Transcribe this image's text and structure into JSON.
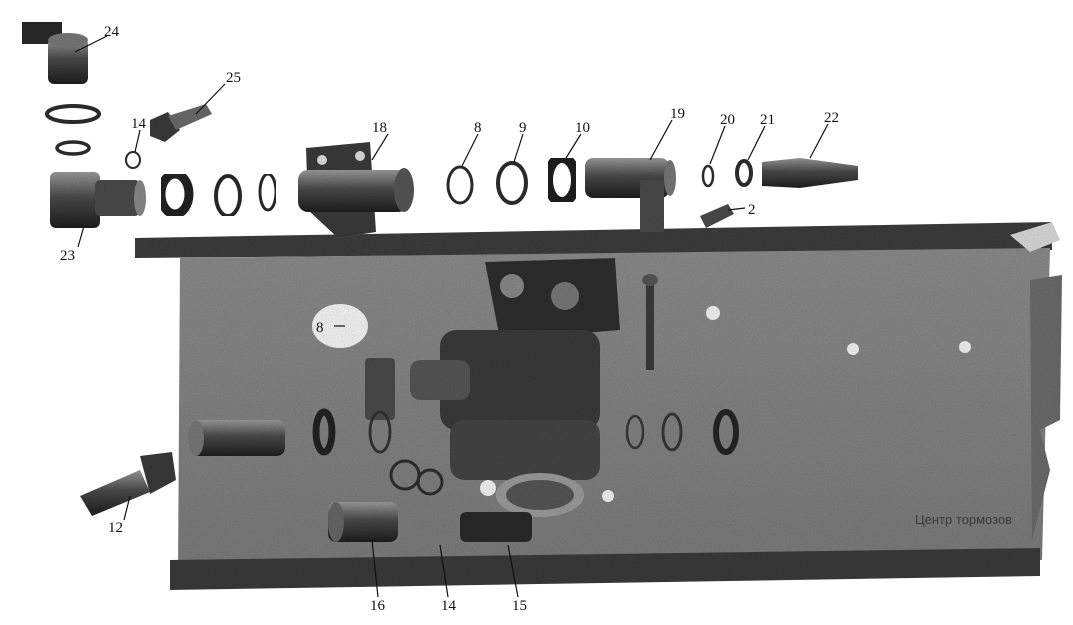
{
  "colors": {
    "background": "#ffffff",
    "frame": "#8e8e8e",
    "frame_dark": "#3c3c3c",
    "part": "#5a5a5a",
    "part_dark": "#2a2a2a",
    "part_light": "#a8a8a8",
    "ink": "#111111"
  },
  "callouts": [
    {
      "id": "c24",
      "label": "24"
    },
    {
      "id": "c25",
      "label": "25"
    },
    {
      "id": "c14a",
      "label": "14"
    },
    {
      "id": "c18",
      "label": "18"
    },
    {
      "id": "c8",
      "label": "8"
    },
    {
      "id": "c9",
      "label": "9"
    },
    {
      "id": "c10",
      "label": "10"
    },
    {
      "id": "c19",
      "label": "19"
    },
    {
      "id": "c20",
      "label": "20"
    },
    {
      "id": "c21",
      "label": "21"
    },
    {
      "id": "c22",
      "label": "22"
    },
    {
      "id": "c2",
      "label": "2"
    },
    {
      "id": "c23",
      "label": "23"
    },
    {
      "id": "c12",
      "label": "12"
    },
    {
      "id": "c16",
      "label": "16"
    },
    {
      "id": "c14b",
      "label": "14"
    },
    {
      "id": "c15",
      "label": "15"
    }
  ],
  "inner_label": "8",
  "frame_caption": "Центр тормозов"
}
